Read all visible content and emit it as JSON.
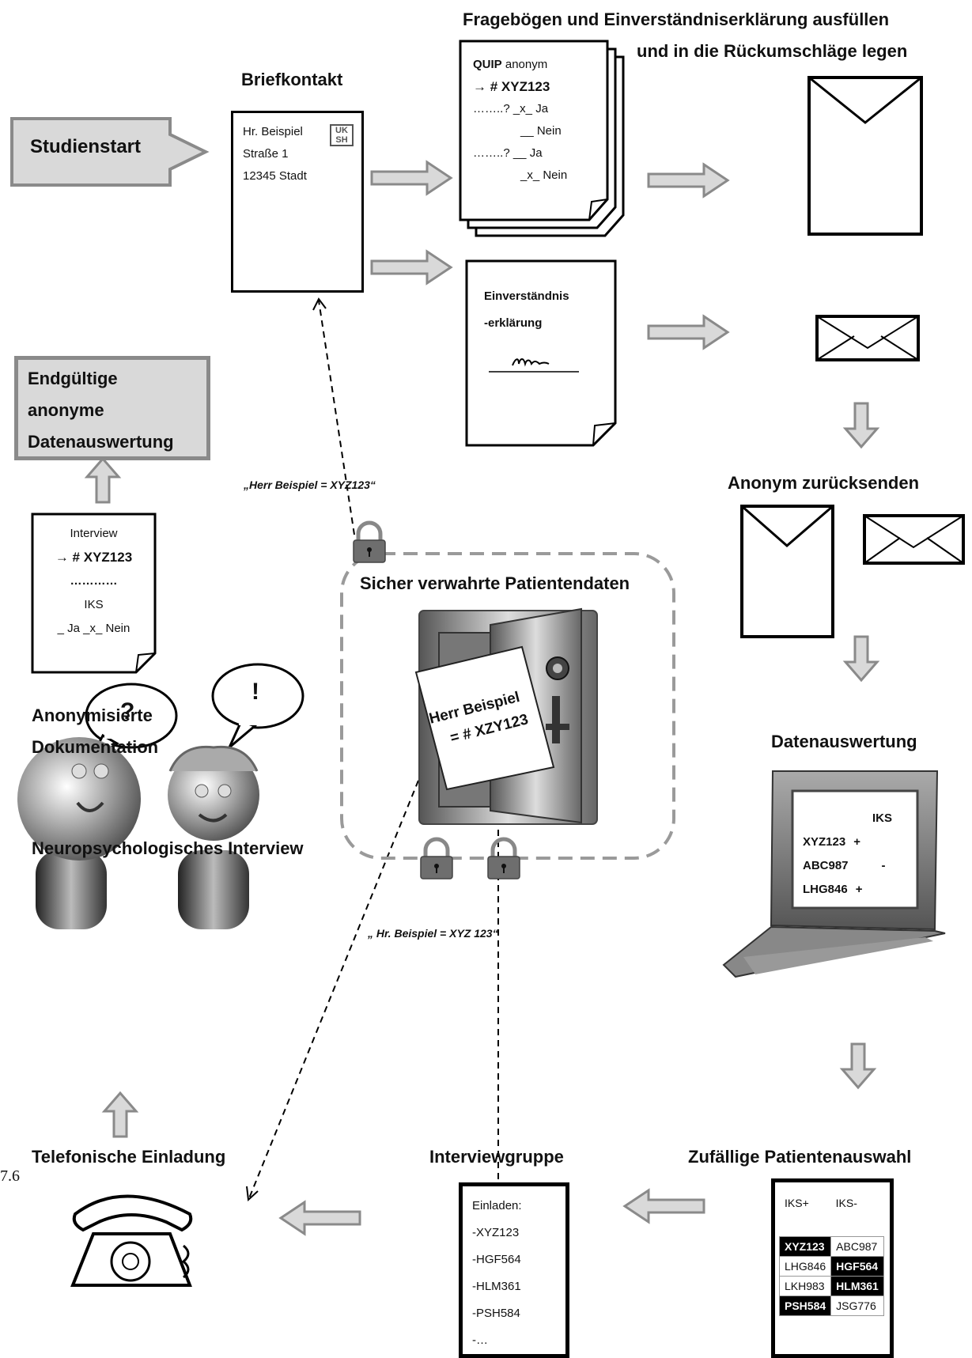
{
  "titles": {
    "fragebogen_line1": "Fragebögen und Einverständniserklärung ausfüllen",
    "fragebogen_line2": "und in die Rückumschläge legen",
    "briefkontakt": "Briefkontakt",
    "studienstart": "Studienstart",
    "endgueltig": [
      "Endgültige",
      "anonyme",
      "Datenauswertung"
    ],
    "anonym_zuruecksenden": "Anonym zurücksenden",
    "sicher": "Sicher verwahrte Patientendaten",
    "anonymisierte": [
      "Anonymisierte",
      "Dokumentation"
    ],
    "datenauswertung": "Datenauswertung",
    "neuropsych": "Neuropsychologisches Interview",
    "telefonisch": "Telefonische Einladung",
    "interviewgruppe": "Interviewgruppe",
    "zufaellig": "Zufällige Patientenauswahl",
    "margin_number": "7.6"
  },
  "letter": {
    "lines": [
      "Hr. Beispiel",
      "Straße 1",
      "12345 Stadt"
    ],
    "logo": [
      "UK",
      "SH"
    ]
  },
  "quip": {
    "head_bold": "QUIP",
    "head_rest": " anonym",
    "id": "→ # XYZ123",
    "rows": [
      "……..? _x_ Ja",
      "__ Nein",
      "……..? __ Ja",
      "_x_ Nein"
    ]
  },
  "consent": {
    "lines": [
      "Einverständnis",
      "-erklärung"
    ]
  },
  "interview_doc": {
    "title": "Interview",
    "id": "→ # XYZ123",
    "dots": "…………",
    "iks": "IKS",
    "answer": "_ Ja  _x_ Nein"
  },
  "quotes": {
    "top": "„Herr Beispiel =   XYZ123“",
    "bottom": "„ Hr. Beispiel =  XYZ 123“"
  },
  "safe_note": [
    "Herr Beispiel",
    "= # XZY123"
  ],
  "bubbles": {
    "question": "?",
    "exclaim": "!"
  },
  "laptop": {
    "header": "IKS",
    "rows": [
      {
        "id": "XYZ123",
        "val": "+"
      },
      {
        "id": "ABC987",
        "val": "-"
      },
      {
        "id": "LHG846",
        "val": "+"
      }
    ]
  },
  "invite": {
    "title": "Einladen:",
    "items": [
      "-XYZ123",
      "-HGF564",
      "-HLM361",
      "-PSH584",
      "-…"
    ]
  },
  "selection": {
    "headers": [
      "IKS+",
      "IKS-"
    ],
    "rows": [
      [
        {
          "t": "XYZ123",
          "sel": true
        },
        {
          "t": "ABC987",
          "sel": false
        }
      ],
      [
        {
          "t": "LHG846",
          "sel": false
        },
        {
          "t": "HGF564",
          "sel": true
        }
      ],
      [
        {
          "t": "LKH983",
          "sel": false
        },
        {
          "t": "HLM361",
          "sel": true
        }
      ],
      [
        {
          "t": "PSH584",
          "sel": true
        },
        {
          "t": "JSG776",
          "sel": false
        }
      ]
    ]
  },
  "colors": {
    "arrow_fill": "#d9d9d9",
    "arrow_stroke": "#8a8a8a",
    "box_grey": "#d9d9d9",
    "dash": "#9a9a9a"
  }
}
